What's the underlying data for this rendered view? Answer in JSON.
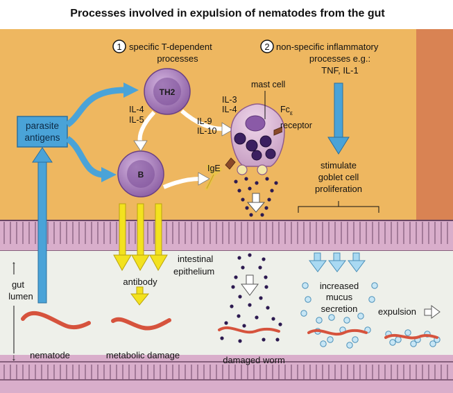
{
  "title": "Processes involved in expulsion of nematodes from the gut",
  "process1": {
    "number": "1",
    "label_line1": "specific T-dependent",
    "label_line2": "processes"
  },
  "process2": {
    "number": "2",
    "label_line1": "non-specific inflammatory",
    "label_line2": "processes e.g.:",
    "label_line3": "TNF, IL-1"
  },
  "box": {
    "line1": "parasite",
    "line2": "antigens"
  },
  "cells": {
    "th2": "TH2",
    "b": "B"
  },
  "cytokines": {
    "il4_left": "IL-4",
    "il5_left": "IL-5",
    "il3": "IL-3",
    "il4_right": "IL-4",
    "il9": "IL-9",
    "il10": "IL-10"
  },
  "labels": {
    "mast_cell": "mast cell",
    "fc": "Fc",
    "fc_sub": "ε",
    "receptor": "receptor",
    "ige": "IgE",
    "stimulate_line1": "stimulate",
    "stimulate_line2": "goblet cell",
    "stimulate_line3": "proliferation",
    "intestinal": "intestinal",
    "epithelium": "epithelium",
    "gut": "gut",
    "lumen": "lumen",
    "antibody": "antibody",
    "increased": "increased",
    "mucus": "mucus",
    "secretion": "secretion",
    "expulsion": "expulsion",
    "nematode": "nematode",
    "metabolic_damage": "metabolic damage",
    "damaged_worm": "damaged worm"
  },
  "colors": {
    "background_upper": "#eeb760",
    "epithelium": "#d9aecb",
    "lumen": "#eef0ea",
    "cell_purple": "#a77ab8",
    "nucleus": "#6a3f8e",
    "blue_arrow": "#4aa3d8",
    "yellow_arrow": "#f3e21f",
    "worm": "#d6533d"
  }
}
